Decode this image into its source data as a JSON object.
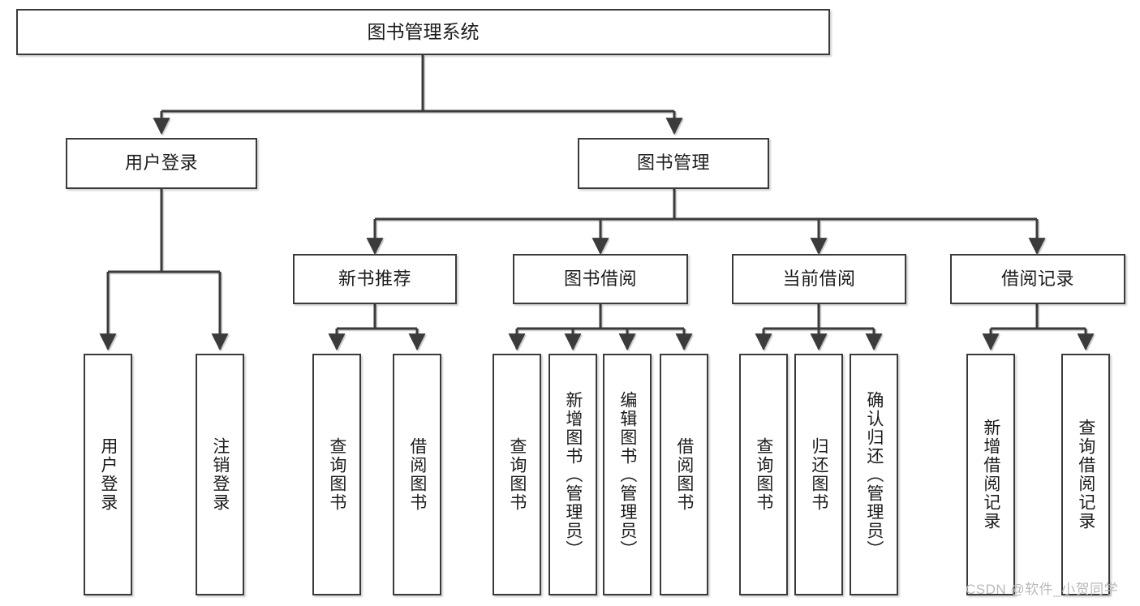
{
  "diagram": {
    "type": "tree",
    "title": "图书管理系统",
    "watermark": "CSDN @软件_小贺同学",
    "colors": {
      "box_border": "#3a3a3a",
      "box_fill": "#ffffff",
      "edge": "#3a3a3a",
      "text": "#1b1b1b",
      "watermark": "#b9b9b9"
    },
    "nodes": {
      "root": {
        "label": "图书管理系统",
        "level": 1
      },
      "user_login": {
        "label": "用户登录",
        "level": 2
      },
      "book_manage": {
        "label": "图书管理",
        "level": 2
      },
      "new_book_rec": {
        "label": "新书推荐",
        "level": 3
      },
      "book_borrow": {
        "label": "图书借阅",
        "level": 3
      },
      "current_borrow": {
        "label": "当前借阅",
        "level": 3
      },
      "borrow_record": {
        "label": "借阅记录",
        "level": 3
      },
      "leaf_user_login": {
        "label": "用户登录",
        "level": 4
      },
      "leaf_logout": {
        "label": "注销登录",
        "level": 4
      },
      "leaf_query_book_1": {
        "label": "查询图书",
        "level": 4
      },
      "leaf_borrow_book_1": {
        "label": "借阅图书",
        "level": 4
      },
      "leaf_query_book_2": {
        "label": "查询图书",
        "level": 4
      },
      "leaf_add_book": {
        "label": "新增图书（管理员）",
        "level": 4
      },
      "leaf_edit_book": {
        "label": "编辑图书（管理员）",
        "level": 4
      },
      "leaf_borrow_book_2": {
        "label": "借阅图书",
        "level": 4
      },
      "leaf_query_book_3": {
        "label": "查询图书",
        "level": 4
      },
      "leaf_return_book": {
        "label": "归还图书",
        "level": 4
      },
      "leaf_confirm_return": {
        "label": "确认归还（管理员）",
        "level": 4
      },
      "leaf_add_record": {
        "label": "新增借阅记录",
        "level": 4
      },
      "leaf_query_record": {
        "label": "查询借阅记录",
        "level": 4
      }
    },
    "edges": [
      {
        "from": "root",
        "to": "user_login"
      },
      {
        "from": "root",
        "to": "book_manage"
      },
      {
        "from": "user_login",
        "to": "leaf_user_login"
      },
      {
        "from": "user_login",
        "to": "leaf_logout"
      },
      {
        "from": "book_manage",
        "to": "new_book_rec"
      },
      {
        "from": "book_manage",
        "to": "book_borrow"
      },
      {
        "from": "book_manage",
        "to": "current_borrow"
      },
      {
        "from": "book_manage",
        "to": "borrow_record"
      },
      {
        "from": "new_book_rec",
        "to": "leaf_query_book_1"
      },
      {
        "from": "new_book_rec",
        "to": "leaf_borrow_book_1"
      },
      {
        "from": "book_borrow",
        "to": "leaf_query_book_2"
      },
      {
        "from": "book_borrow",
        "to": "leaf_add_book"
      },
      {
        "from": "book_borrow",
        "to": "leaf_edit_book"
      },
      {
        "from": "book_borrow",
        "to": "leaf_borrow_book_2"
      },
      {
        "from": "current_borrow",
        "to": "leaf_query_book_3"
      },
      {
        "from": "current_borrow",
        "to": "leaf_return_book"
      },
      {
        "from": "current_borrow",
        "to": "leaf_confirm_return"
      },
      {
        "from": "borrow_record",
        "to": "leaf_add_record"
      },
      {
        "from": "borrow_record",
        "to": "leaf_query_record"
      }
    ]
  }
}
